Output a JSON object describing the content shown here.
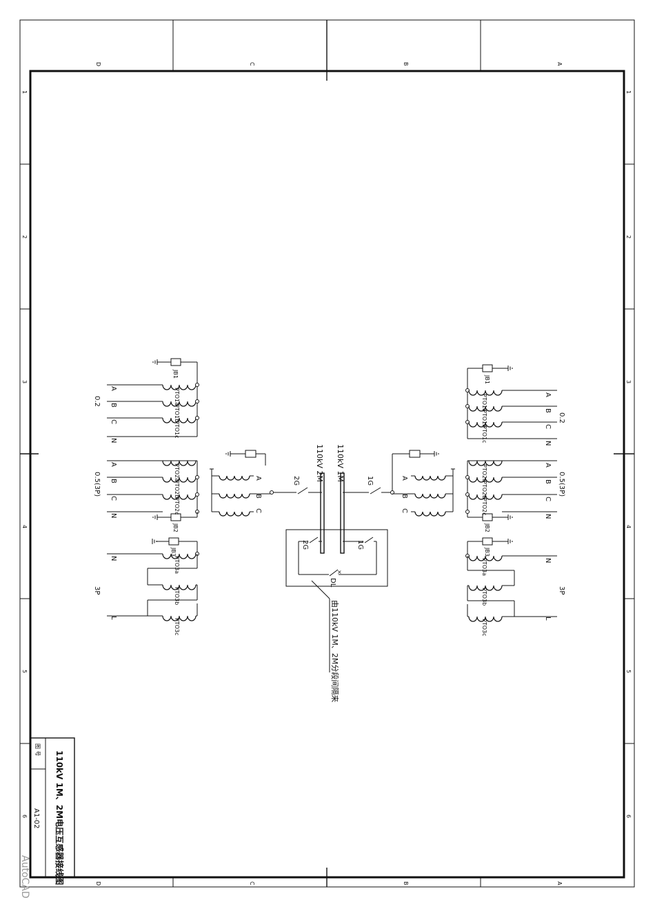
{
  "frame": {
    "col_labels_top": [
      "D",
      "C",
      "B",
      "A"
    ],
    "col_labels_bottom": [
      "D",
      "C",
      "B",
      "A"
    ],
    "row_labels": [
      "1",
      "2",
      "3",
      "4",
      "5",
      "6"
    ]
  },
  "title_block": {
    "title": "110kV 1M、2M电压互感器接线图",
    "drawing_no_label": "图 号",
    "drawing_no": "A1-02"
  },
  "watermark": "AutoCAD",
  "diagram": {
    "bus_2m": "110kV 2M",
    "bus_1m": "110kV 1M",
    "switch_2g": "2G",
    "switch_1g": "1G",
    "breaker": "DL",
    "section_caption": "由110kV 1M、2M分段间隔来",
    "phases": [
      "A",
      "B",
      "C"
    ],
    "neutral": "N",
    "line": "L",
    "accuracy_02": "0.2",
    "accuracy_05": "0.5(3P)",
    "accuracy_3p": "3P",
    "left": {
      "top_junction": "JB1",
      "top_windings": [
        "PTO1a",
        "PTO1b",
        "PTO1c"
      ],
      "mid_junction": "JB2",
      "mid_windings": [
        "PTO2a",
        "PTO2b",
        "PTO2c"
      ],
      "bot_junction": "JB3",
      "bot_windings": [
        "PTO3a",
        "PTO3b",
        "PTO3c"
      ]
    },
    "right": {
      "top_junction": "JB1",
      "top_windings": [
        "PTO1a",
        "PTO1b",
        "PTO1c"
      ],
      "mid_junction": "JB2",
      "mid_windings": [
        "PTO2a",
        "PTO2b",
        "PTO2c"
      ],
      "bot_junction": "JB3",
      "bot_windings": [
        "PTO3a",
        "PTO3b",
        "PTO3c"
      ]
    }
  }
}
